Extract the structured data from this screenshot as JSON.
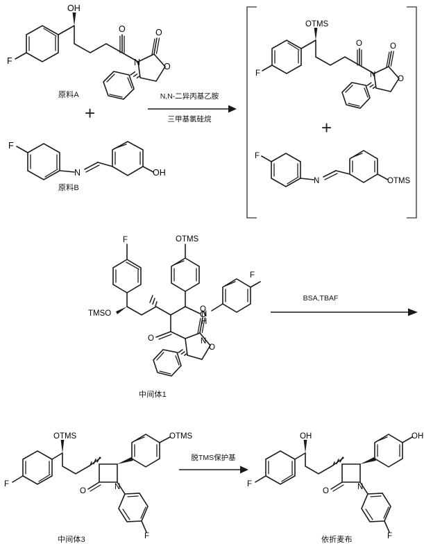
{
  "scheme": {
    "title": "Ezetimibe synthesis reaction scheme",
    "labels": {
      "material_a": "原料A",
      "material_b": "原料B",
      "intermediate_1": "中间体1",
      "intermediate_3": "中间体3",
      "product": "依折麦布",
      "plus": "+"
    },
    "conditions": {
      "step1_top": "N,N-二异丙基乙胺",
      "step1_bottom": "三甲基氯硅烷",
      "step2_top": "BSA,TBAF",
      "step3_top": "脱TMS保护基"
    },
    "atoms": {
      "F": "F",
      "O": "O",
      "N": "N",
      "NH": "N",
      "H": "H",
      "OH": "OH",
      "OTMS": "OTMS",
      "TMSO": "TMSO"
    },
    "colors": {
      "bond": "#1a1a1a",
      "text": "#111111",
      "bracket": "#555555",
      "background": "#ffffff"
    }
  },
  "chart_data": {
    "type": "diagram",
    "title": "Ezetimibe synthesis reaction scheme",
    "steps": [
      {
        "step": 1,
        "reactants": [
          "原料A",
          "原料B"
        ],
        "conditions": [
          "N,N-二异丙基乙胺",
          "三甲基氯硅烷"
        ],
        "products_bracketed": [
          "TMS-protected 原料A",
          "TMS-protected 原料B"
        ],
        "bracket": true
      },
      {
        "step": 2,
        "reactants": [
          "中间体1"
        ],
        "conditions": [
          "BSA,TBAF"
        ],
        "products": [
          "中间体3"
        ]
      },
      {
        "step": 3,
        "reactants": [
          "中间体3"
        ],
        "conditions": [
          "脱TMS保护基"
        ],
        "products": [
          "依折麦布"
        ]
      }
    ]
  }
}
